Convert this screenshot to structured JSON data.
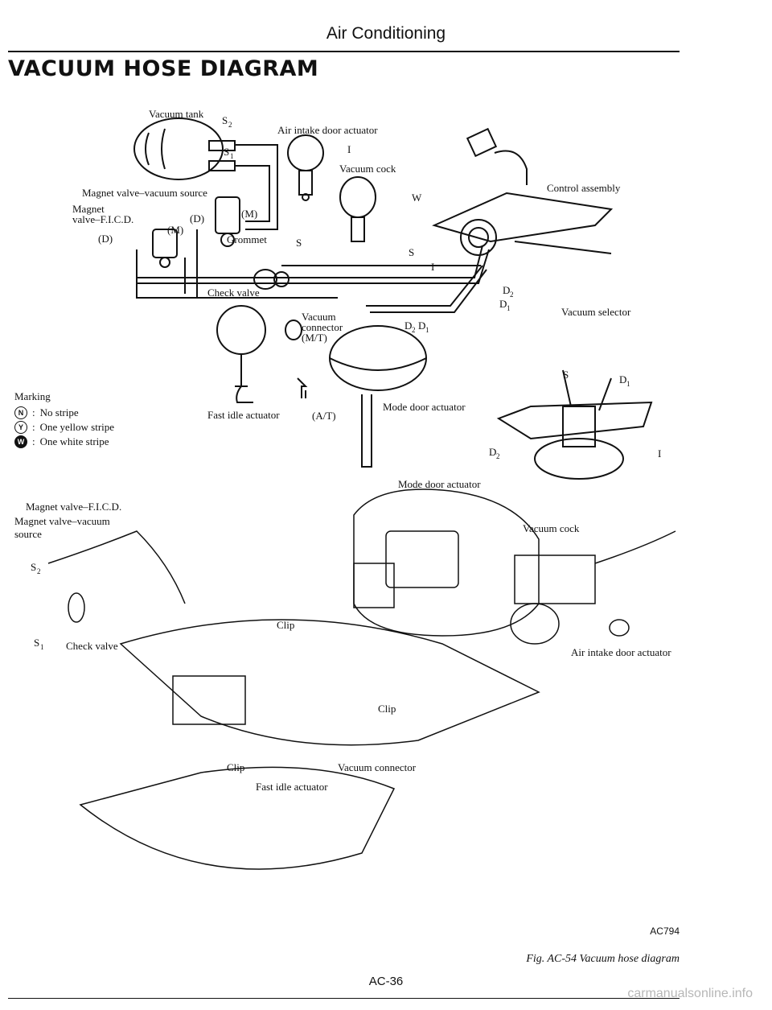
{
  "header": {
    "section": "Air Conditioning",
    "title": "VACUUM HOSE DIAGRAM"
  },
  "labels": {
    "vacuum_tank": "Vacuum tank",
    "s2": "S",
    "s2_sub": "2",
    "s1": "S",
    "s1_sub": "1",
    "air_intake_door_actuator": "Air intake door actuator",
    "i_port": "I",
    "vacuum_cock": "Vacuum cock",
    "w_port": "W",
    "control_assembly": "Control assembly",
    "magnet_valve_vacuum_source": "Magnet valve–vacuum source",
    "magnet": "Magnet",
    "valve_fic": "valve–F.I.C.D.",
    "d_port": "(D)",
    "m_port": "(M)",
    "grommet": "Grommet",
    "s_port": "S",
    "check_valve": "Check valve",
    "vacuum_connector": "Vacuum",
    "connector_word": "connector",
    "mt": "(M/T)",
    "at": "(A/T)",
    "d2": "D",
    "d2_sub": "2",
    "d1": "D",
    "d1_sub": "1",
    "vacuum_selector": "Vacuum selector",
    "fast_idle_actuator": "Fast idle actuator",
    "mode_door_actuator": "Mode door actuator",
    "mode_door_actuator_2": "Mode door actuator",
    "vacuum_cock_2": "Vacuum cock",
    "air_intake_door_actuator_2": "Air intake door actuator",
    "magnet_valve_fic_2": "Magnet valve–F.I.C.D.",
    "magnet_valve_vacuum_2": "Magnet valve–vacuum",
    "source": "source",
    "check_valve_2": "Check valve",
    "clip": "Clip",
    "vacuum_connector_2": "Vacuum connector",
    "fast_idle_actuator_2": "Fast idle actuator"
  },
  "legend": {
    "title": "Marking",
    "items": [
      {
        "symbol": "N",
        "desc": "No stripe"
      },
      {
        "symbol": "Y",
        "desc": "One yellow stripe"
      },
      {
        "symbol": "W",
        "desc": "One white stripe"
      }
    ]
  },
  "footer": {
    "code": "AC794",
    "caption": "Fig. AC-54 Vacuum hose diagram",
    "page": "AC-36",
    "watermark": "carmanualsonline.info"
  }
}
